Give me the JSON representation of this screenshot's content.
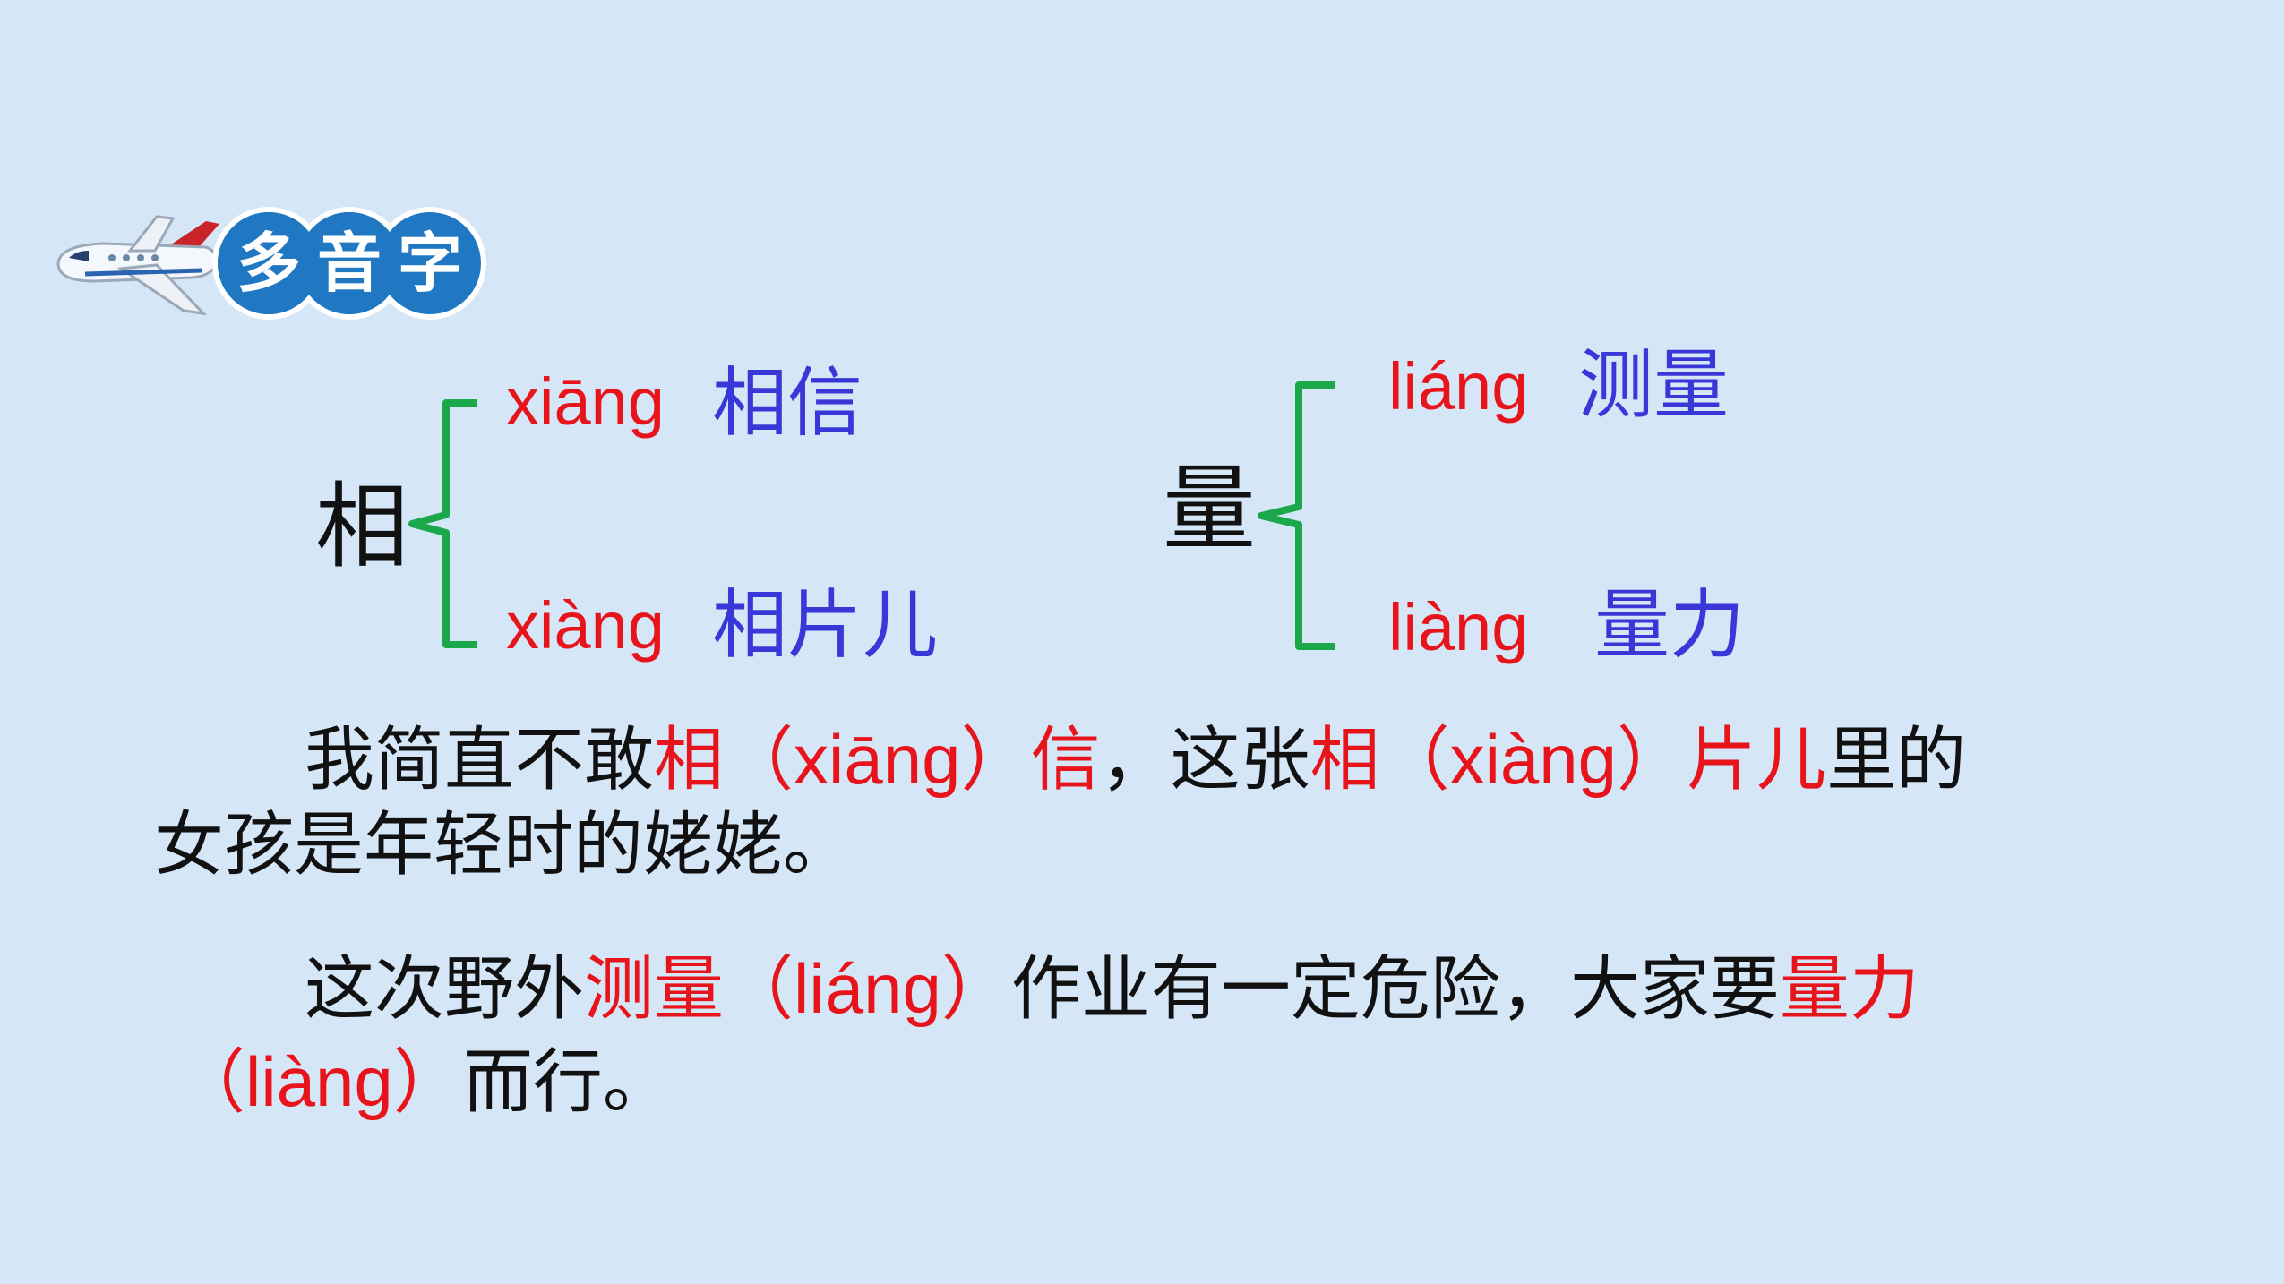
{
  "header": {
    "title_chars": [
      "多",
      "音",
      "字"
    ],
    "colors": {
      "bubble": "#1f78c1",
      "bubble_border": "#ffffff",
      "plane_body": "#f4f7fb",
      "plane_tail": "#c8242a"
    }
  },
  "groups": [
    {
      "char": "相",
      "readings": [
        {
          "pinyin": "xiāng",
          "word": "相信"
        },
        {
          "pinyin": "xiàng",
          "word": "相片儿"
        }
      ]
    },
    {
      "char": "量",
      "readings": [
        {
          "pinyin": "liáng",
          "word": "测量"
        },
        {
          "pinyin": "liàng",
          "word": "量力"
        }
      ]
    }
  ],
  "sentences": {
    "s1": {
      "p1": "我简直不敢",
      "r1": "相",
      "py1": "（xiāng）",
      "r2": "信",
      "p2": "，这张",
      "r3": "相",
      "py2": "（xiàng）",
      "r4": "片儿",
      "p3": "里的",
      "line2": "女孩是年轻时的姥姥。"
    },
    "s2": {
      "p1": "这次野外",
      "r1": "测量",
      "py1": "（liáng）",
      "p2": "作业有一定危险，大家要",
      "r2": "量力",
      "py2": "（liàng）",
      "p3": "而行。"
    }
  },
  "colors": {
    "background": "#d5e6f6",
    "pinyin": "#e8141c",
    "word": "#3838d8",
    "brace": "#1aa84a",
    "text": "#111111"
  }
}
